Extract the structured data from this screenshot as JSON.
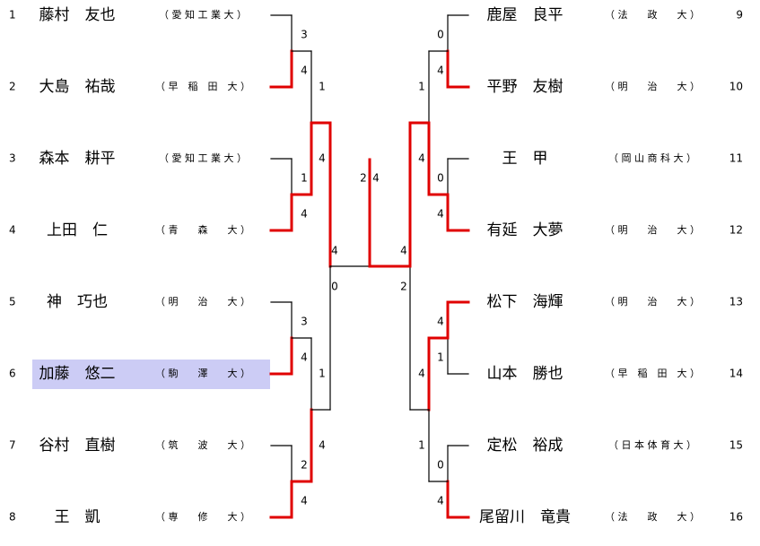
{
  "highlight_color": "#ccccf5",
  "win_color": "#e00000",
  "line_color": "#000000",
  "left_players": [
    {
      "seed": "1",
      "name": "藤村　友也",
      "team": "（ 愛 知 工 業 大 ）"
    },
    {
      "seed": "2",
      "name": "大島　祐哉",
      "team": "（ 早　稲　田　大 ）"
    },
    {
      "seed": "3",
      "name": "森本　耕平",
      "team": "（ 愛 知 工 業 大 ）"
    },
    {
      "seed": "4",
      "name": "上田　仁",
      "team": "（ 青　　森　　大 ）"
    },
    {
      "seed": "5",
      "name": "神　巧也",
      "team": "（ 明　　治　　大 ）"
    },
    {
      "seed": "6",
      "name": "加藤　悠二",
      "team": "（ 駒　　澤　　大 ）",
      "highlight": true
    },
    {
      "seed": "7",
      "name": "谷村　直樹",
      "team": "（ 筑　　波　　大 ）"
    },
    {
      "seed": "8",
      "name": "王　凱",
      "team": "（ 専　　修　　大 ）"
    }
  ],
  "right_players": [
    {
      "seed": "9",
      "name": "鹿屋　良平",
      "team": "（ 法　　政　　大 ）"
    },
    {
      "seed": "10",
      "name": "平野　友樹",
      "team": "（ 明　　治　　大 ）"
    },
    {
      "seed": "11",
      "name": "王　甲",
      "team": "（ 岡 山 商 科 大 ）"
    },
    {
      "seed": "12",
      "name": "有延　大夢",
      "team": "（ 明　　治　　大 ）"
    },
    {
      "seed": "13",
      "name": "松下　海輝",
      "team": "（ 明　　治　　大 ）"
    },
    {
      "seed": "14",
      "name": "山本　勝也",
      "team": "（ 早　稲　田　大 ）"
    },
    {
      "seed": "15",
      "name": "定松　裕成",
      "team": "（ 日 本 体 育 大 ）"
    },
    {
      "seed": "16",
      "name": "尾留川　竜貴",
      "team": "（ 法　　政　　大 ）"
    }
  ],
  "left_r1": [
    {
      "top": "3",
      "bottom": "4",
      "winner": "bottom"
    },
    {
      "top": "1",
      "bottom": "4",
      "winner": "bottom"
    },
    {
      "top": "3",
      "bottom": "4",
      "winner": "bottom"
    },
    {
      "top": "2",
      "bottom": "4",
      "winner": "bottom"
    }
  ],
  "left_r2": [
    {
      "top": "1",
      "bottom": "4",
      "winner": "bottom"
    },
    {
      "top": "1",
      "bottom": "4",
      "winner": "bottom"
    }
  ],
  "left_r3": {
    "top": "4",
    "bottom": "0",
    "winner": "top"
  },
  "right_r1": [
    {
      "top": "0",
      "bottom": "4",
      "winner": "bottom"
    },
    {
      "top": "0",
      "bottom": "4",
      "winner": "bottom"
    },
    {
      "top": "4",
      "bottom": "1",
      "winner": "top"
    },
    {
      "top": "0",
      "bottom": "4",
      "winner": "bottom"
    }
  ],
  "right_r2": [
    {
      "top": "1",
      "bottom": "4",
      "winner": "bottom"
    },
    {
      "top": "4",
      "bottom": "1",
      "winner": "top"
    }
  ],
  "right_r3": {
    "top": "4",
    "bottom": "2",
    "winner": "top"
  },
  "final": {
    "left": "2",
    "right": "4",
    "winner": "right"
  }
}
